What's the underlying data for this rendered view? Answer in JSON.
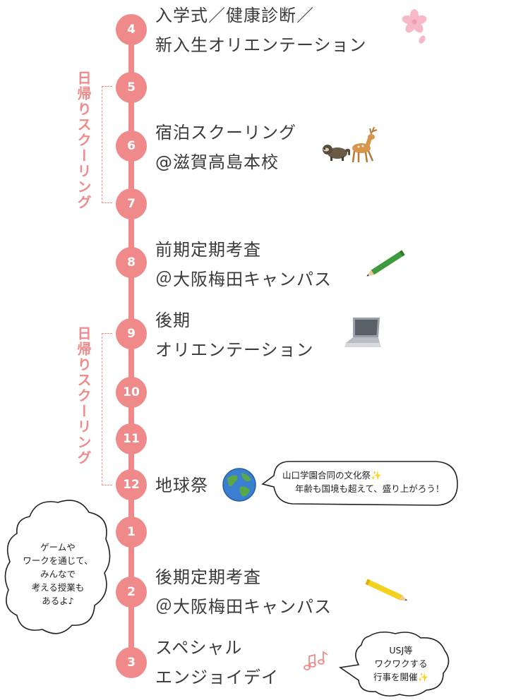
{
  "timeline": {
    "months": [
      "4",
      "5",
      "6",
      "7",
      "8",
      "9",
      "10",
      "11",
      "12",
      "1",
      "2",
      "3"
    ],
    "events": {
      "apr": {
        "line1": "入学式／健康診断／",
        "line2": "新入生オリエンテーション"
      },
      "jun": {
        "line1": "宿泊スクーリング",
        "line2": "@滋賀高島本校"
      },
      "aug": {
        "line1": "前期定期考査",
        "line2": "＠大阪梅田キャンパス"
      },
      "sep": {
        "line1": "後期",
        "line2": "オリエンテーション"
      },
      "dec": {
        "line1": "地球祭"
      },
      "feb": {
        "line1": "後期定期考査",
        "line2": "＠大阪梅田キャンパス"
      },
      "mar": {
        "line1": "スペシャル",
        "line2": "エンジョイデイ"
      }
    },
    "brackets": {
      "first": "日帰りスクーリング",
      "second": "日帰りスクーリング"
    }
  },
  "bubbles": {
    "festival": {
      "line1": "山口学園合同の文化祭✨",
      "line2": "年齢も国境も超えて、盛り上がろう！"
    },
    "cloud": {
      "line1": "ゲームや",
      "line2": "ワークを通じて、",
      "line3": "みんなで",
      "line4": "考える授業も",
      "line5": "あるよ♪"
    },
    "usj": {
      "line1": "USJ等",
      "line2": "ワクワクする",
      "line3": "行事を開催✨"
    }
  },
  "icons": [
    "sakura-icon",
    "raccoon-icon",
    "deer-icon",
    "green-pencil-icon",
    "laptop-icon",
    "earth-icon",
    "yellow-pencil-icon",
    "music-notes-icon"
  ],
  "colors": {
    "accent": "#f08a8a",
    "text": "#3a3a3a"
  }
}
